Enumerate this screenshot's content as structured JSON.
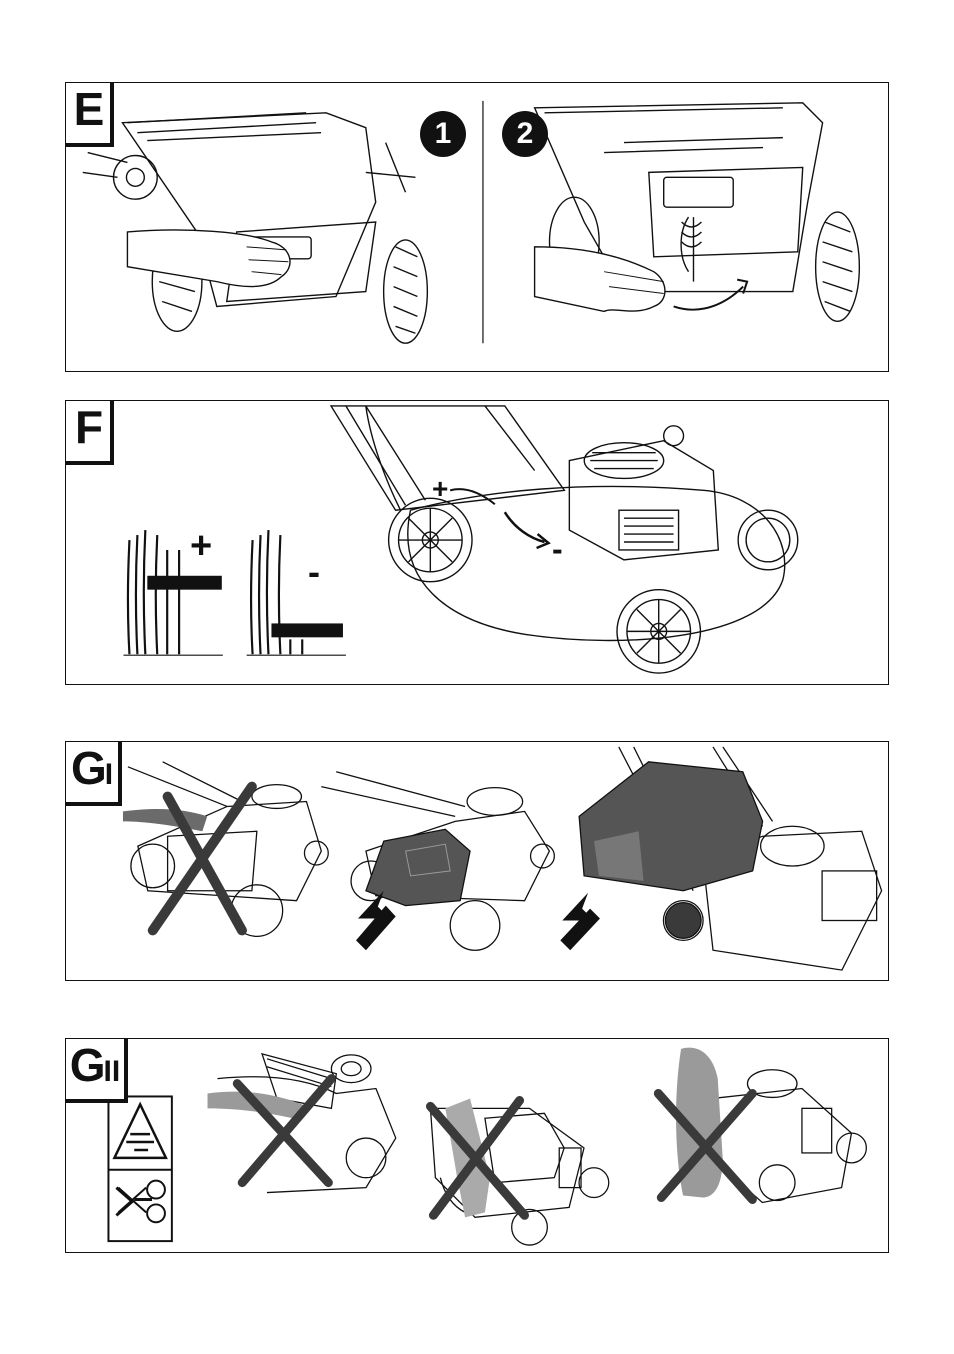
{
  "panels": {
    "e": {
      "label": "E",
      "step1": "1",
      "step2": "2"
    },
    "f": {
      "label": "F",
      "plus": "+",
      "minus": "-",
      "adjust_plus": "+",
      "adjust_minus": "-"
    },
    "g1": {
      "label": "G",
      "sub": "I"
    },
    "g2": {
      "label": "G",
      "sub": "II"
    }
  },
  "colors": {
    "ink": "#111111",
    "cross": "#3a3a3a",
    "shade": "#6b6b6b",
    "grass_bag": "#555555"
  }
}
